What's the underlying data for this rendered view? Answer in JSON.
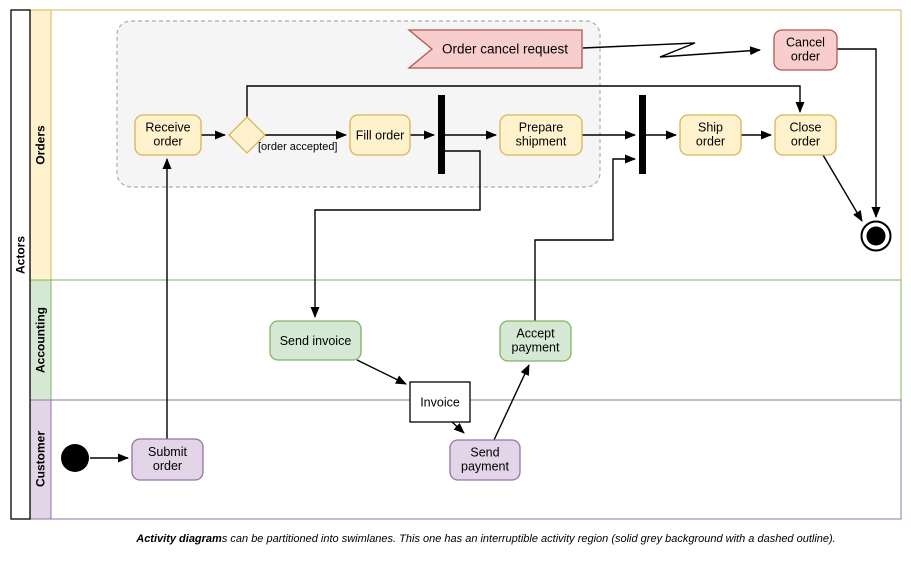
{
  "pool": {
    "title": "Actors",
    "lanes": [
      {
        "id": "orders",
        "label": "Orders"
      },
      {
        "id": "accounting",
        "label": "Accounting"
      },
      {
        "id": "customer",
        "label": "Customer"
      }
    ]
  },
  "nodes": {
    "receive_order": "Receive\norder",
    "fill_order": "Fill order",
    "prepare_shipment": "Prepare\nshipment",
    "ship_order": "Ship\norder",
    "close_order": "Close\norder",
    "cancel_order": "Cancel\norder",
    "order_cancel_request": "Order cancel request",
    "send_invoice": "Send invoice",
    "accept_payment": "Accept\npayment",
    "send_payment": "Send\npayment",
    "submit_order": "Submit\norder",
    "invoice": "Invoice"
  },
  "labels": {
    "guard": "[order accepted]"
  },
  "caption": {
    "bold": "Activity diagram",
    "rest": "s can be partitioned into swimlanes. This one has an interruptible activity region (solid grey background with a dashed outline)."
  },
  "colors": {
    "orders_fill": "#fff2cc",
    "orders_stroke": "#d6b656",
    "accounting_fill": "#d5e8d4",
    "accounting_stroke": "#82b366",
    "customer_fill": "#e1d5e7",
    "customer_stroke": "#9673a6",
    "signal_fill": "#f8cecc",
    "signal_stroke": "#b85450",
    "region_fill": "#f5f5f5",
    "region_stroke": "#adadad",
    "edge": "#000000"
  }
}
